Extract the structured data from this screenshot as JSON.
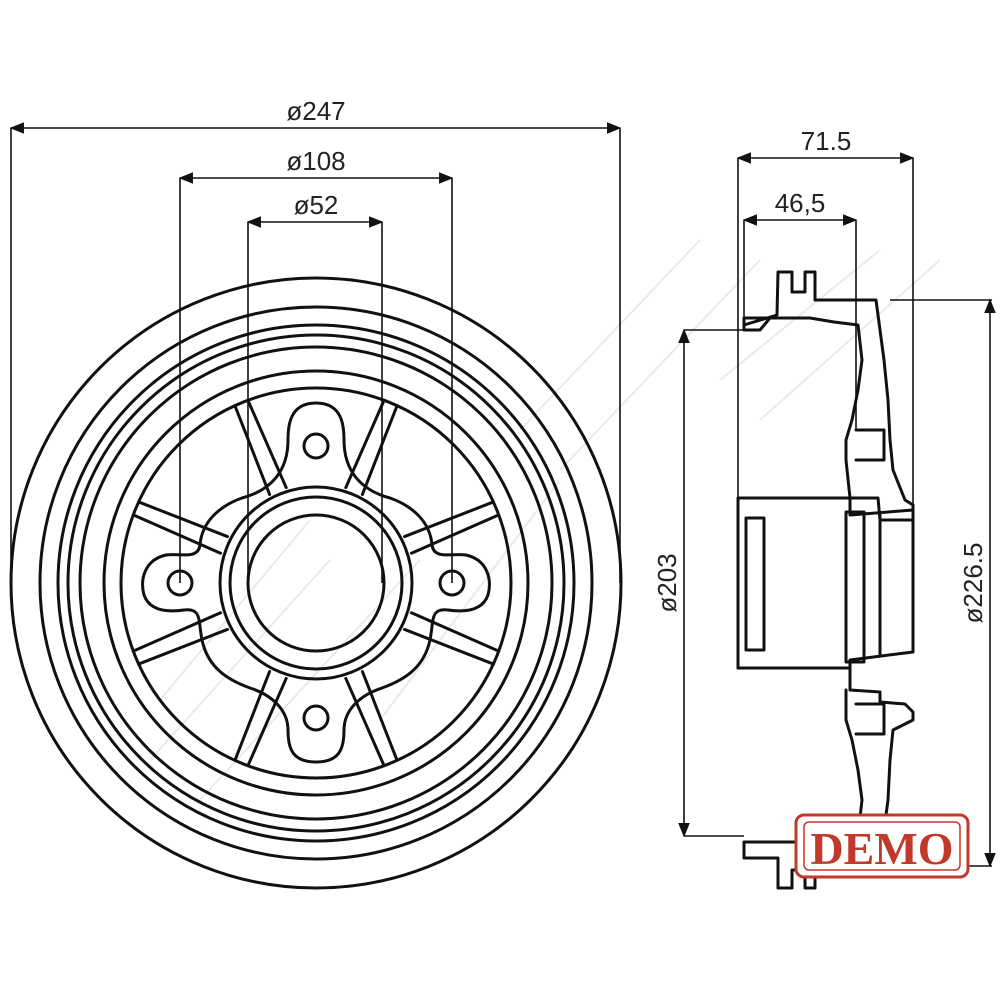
{
  "dimensions": {
    "outer_diameter": "ø247",
    "bolt_circle": "ø108",
    "center_bore": "ø52",
    "total_height": "71.5",
    "flange_height": "46,5",
    "inner_diameter": "ø203",
    "drum_diameter": "ø226.5"
  },
  "watermark": {
    "label": "DEMO",
    "color": "#c0392b"
  },
  "colors": {
    "line": "#111111",
    "background": "#ffffff"
  }
}
